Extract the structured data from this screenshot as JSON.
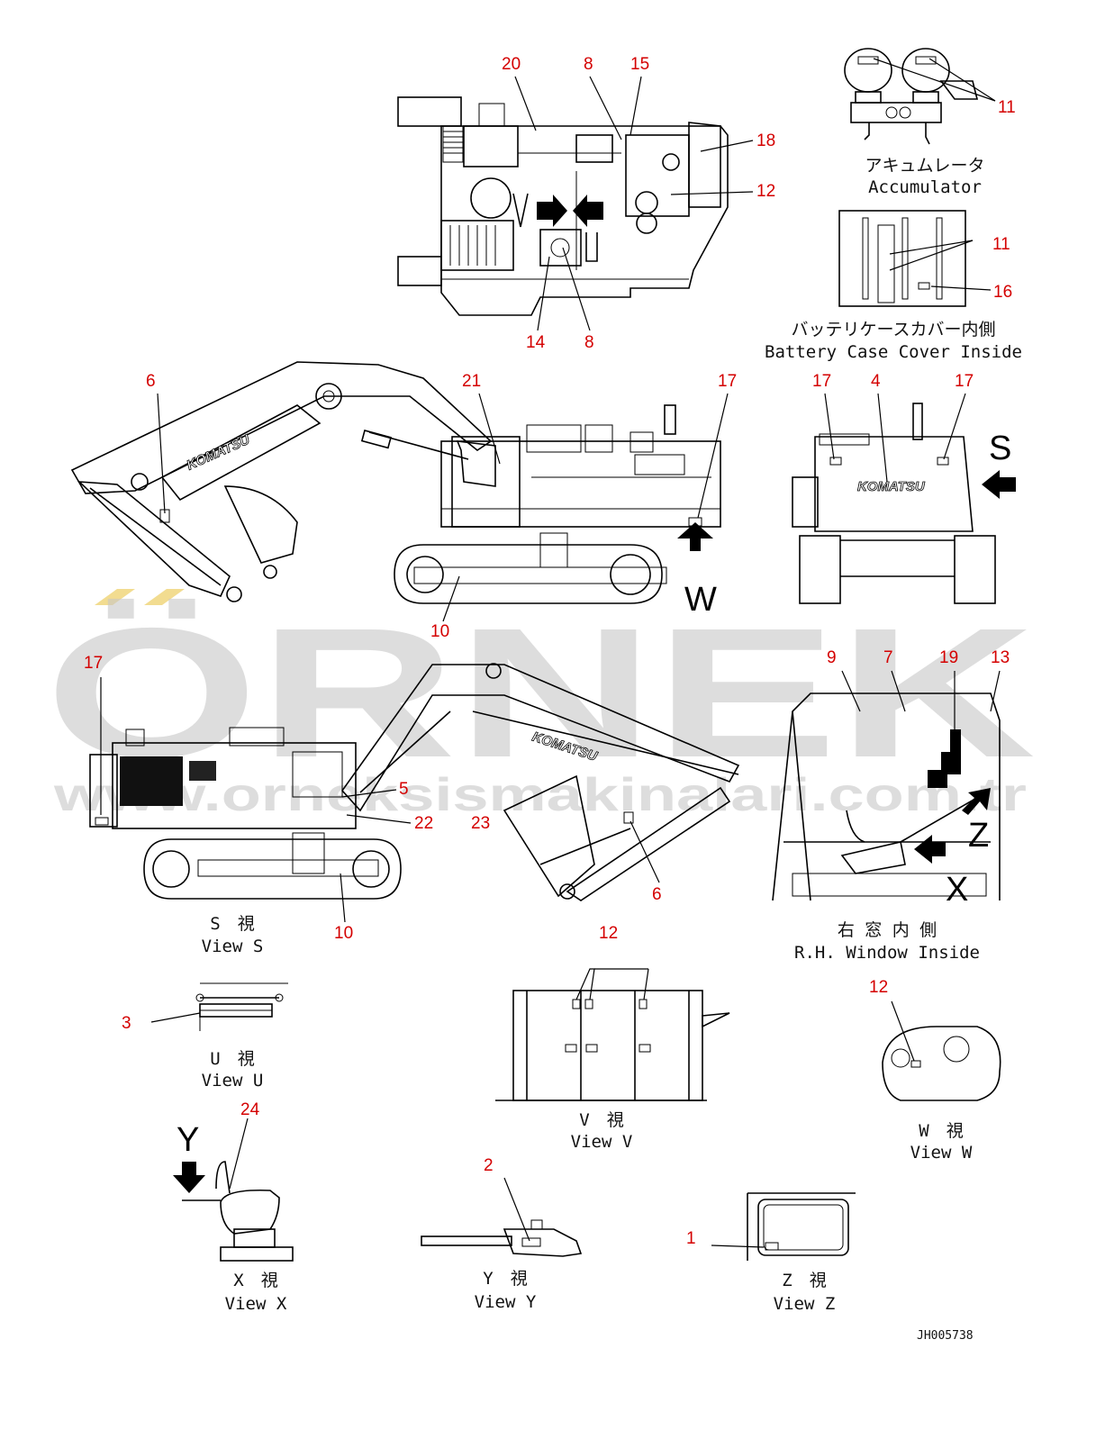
{
  "watermark": {
    "main": "ÖRNEK",
    "url": "www.orneksismakinalari.com.tr",
    "color": "#c8c8c8"
  },
  "brand": "KOMATSU",
  "drawing_code": "JH005738",
  "colors": {
    "callout": "#d40000",
    "line": "#000000"
  },
  "view_letters": {
    "S": "S",
    "W": "W",
    "U": "U",
    "V": "V",
    "X": "X",
    "Y": "Y",
    "Z": "Z"
  },
  "captions": {
    "accumulator_jp": "アキュムレータ",
    "accumulator_en": "Accumulator",
    "battery_jp": "バッテリケースカバー内側",
    "battery_en": "Battery Case Cover Inside",
    "view_s_jp": "S　視",
    "view_s_en": "View S",
    "window_jp": "右 窓 内 側",
    "window_en": "R.H. Window Inside",
    "view_u_jp": "U　視",
    "view_u_en": "View U",
    "view_v_jp": "V　視",
    "view_v_en": "View V",
    "view_w_jp": "W　視",
    "view_w_en": "View W",
    "view_x_jp": "X　視",
    "view_x_en": "View X",
    "view_y_jp": "Y　視",
    "view_y_en": "View Y",
    "view_z_jp": "Z　視",
    "view_z_en": "View Z"
  },
  "callouts": {
    "c20": "20",
    "c8a": "8",
    "c15": "15",
    "c18": "18",
    "c12a": "12",
    "c14": "14",
    "c8b": "8",
    "c11a": "11",
    "c11b": "11",
    "c16": "16",
    "c6a": "6",
    "c21": "21",
    "c17a": "17",
    "c10a": "10",
    "c17b": "17",
    "c4": "4",
    "c17c": "17",
    "c17d": "17",
    "c5": "5",
    "c22": "22",
    "c23": "23",
    "c6b": "6",
    "c10b": "10",
    "c9": "9",
    "c7": "7",
    "c19": "19",
    "c13": "13",
    "c12b": "12",
    "c12c": "12",
    "c3": "3",
    "c24": "24",
    "c2": "2",
    "c1": "1"
  }
}
